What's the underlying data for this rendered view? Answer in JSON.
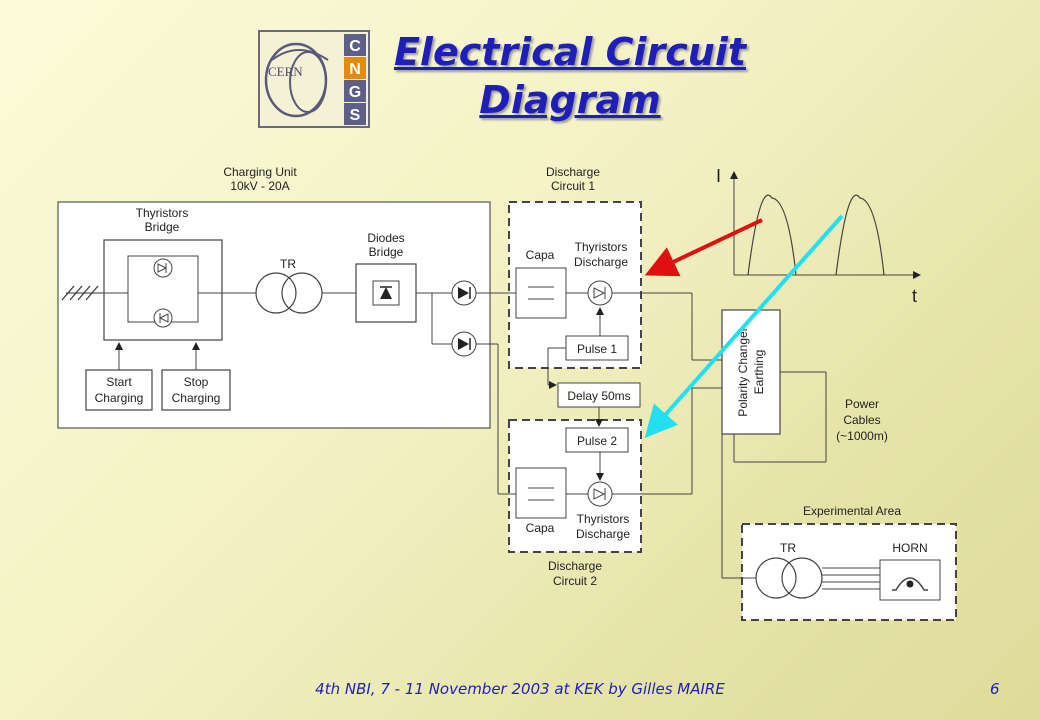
{
  "slide": {
    "title_line1": "Electrical Circuit",
    "title_line2": "Diagram",
    "footer": "4th NBI, 7 - 11 November 2003 at KEK by Gilles MAIRE",
    "page_number": "6"
  },
  "logo": {
    "text": "CERN",
    "letters": [
      "C",
      "N",
      "G",
      "S"
    ]
  },
  "diagram": {
    "charging_unit_l1": "Charging Unit",
    "charging_unit_l2": "10kV - 20A",
    "thyristors_bridge_l1": "Thyristors",
    "thyristors_bridge_l2": "Bridge",
    "tr_label": "TR",
    "diodes_bridge_l1": "Diodes",
    "diodes_bridge_l2": "Bridge",
    "start_l1": "Start",
    "start_l2": "Charging",
    "stop_l1": "Stop",
    "stop_l2": "Charging",
    "discharge1_l1": "Discharge",
    "discharge1_l2": "Circuit 1",
    "capa1": "Capa",
    "thyr_dis1_l1": "Thyristors",
    "thyr_dis1_l2": "Discharge",
    "pulse1": "Pulse 1",
    "delay": "Delay 50ms",
    "pulse2": "Pulse 2",
    "capa2": "Capa",
    "thyr_dis2_l1": "Thyristors",
    "thyr_dis2_l2": "Discharge",
    "discharge2_l1": "Discharge",
    "discharge2_l2": "Circuit 2",
    "polarity_l1": "Polarity Changer",
    "polarity_l2": "Earthing",
    "power_l1": "Power",
    "power_l2": "Cables",
    "power_l3": "(~1000m)",
    "experimental_area": "Experimental Area",
    "tr2_label": "TR",
    "horn_label": "HORN",
    "axis_i": "I",
    "axis_t": "t",
    "arrow_colors": {
      "pulse1_arrow": "#e01010",
      "pulse2_arrow": "#22e0f0"
    }
  }
}
